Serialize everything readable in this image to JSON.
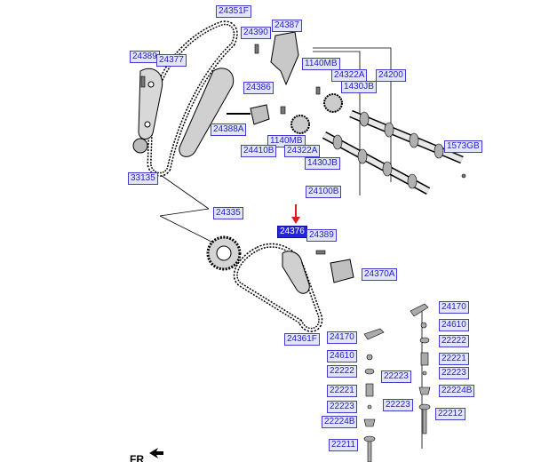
{
  "labels": {
    "p24351F": "24351F",
    "p24387": "24387",
    "p24390": "24390",
    "p24389a": "24389",
    "p24377": "24377",
    "p1140MBa": "1140MB",
    "p24322Aa": "24322A",
    "p24200": "24200",
    "p1430JBa": "1430JB",
    "p24386": "24386",
    "p24388A": "24388A",
    "p24410B": "24410B",
    "p1140MBb": "1140MB",
    "p24322Ab": "24322A",
    "p1430JBb": "1430JB",
    "p1573GB": "1573GB",
    "p33135": "33135",
    "p24100B": "24100B",
    "p24335": "24335",
    "p24376": "24376",
    "p24389b": "24389",
    "p24370A": "24370A",
    "p24170a": "24170",
    "p24610a": "24610",
    "p24361F": "24361F",
    "p24170b": "24170",
    "p22222a": "22222",
    "p24610b": "24610",
    "p22221a": "22221",
    "p22222b": "22222",
    "p22223a": "22223",
    "p22223b": "22223",
    "p22221b": "22221",
    "p22224Ba": "22224B",
    "p22223c": "22223",
    "p22223d": "22223",
    "p22212": "22212",
    "p22224Bb": "22224B",
    "p22211": "22211"
  },
  "selected_part": "24376",
  "front_marker": "FR",
  "colors": {
    "label_text": "#1f1fc4",
    "label_fill": "#e4e4fb",
    "label_border": "#3d3dd6",
    "selected_fill": "#2424e0",
    "pointer_arrow": "#e21b1b"
  }
}
